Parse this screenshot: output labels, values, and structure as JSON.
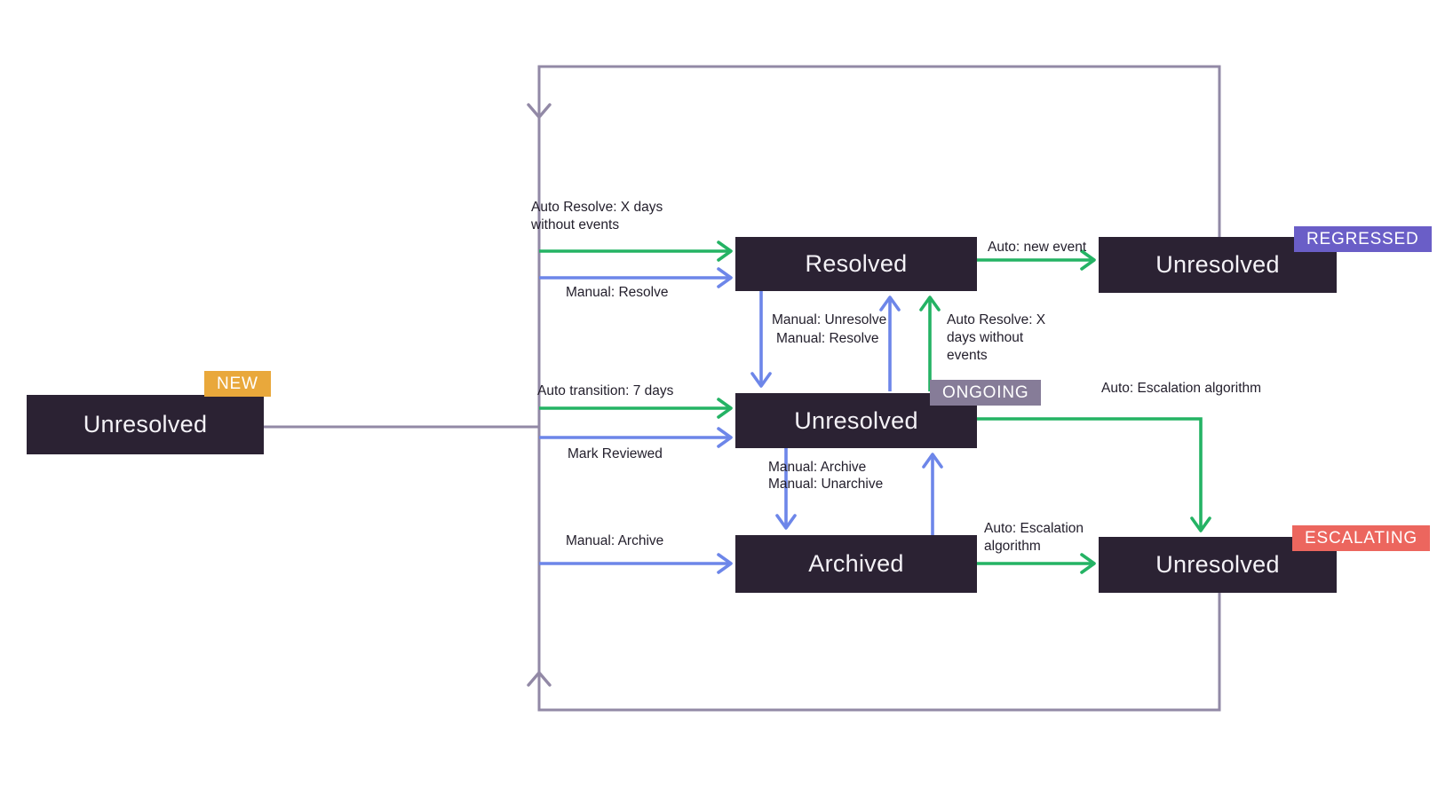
{
  "diagram_type": "issue-state-machine",
  "colors": {
    "background": "#ffffff",
    "state_box": "#2b2233",
    "state_text": "#f4f2f7",
    "auto_arrow_green": "#24b364",
    "manual_arrow_blue": "#6d86e9",
    "loop_line_gray": "#9289a6",
    "label_text": "#221e2b",
    "badge_new": "#e9a83b",
    "badge_regressed": "#6a5ec7",
    "badge_ongoing": "#867c98",
    "badge_escalating": "#ec665e"
  },
  "states": {
    "new": {
      "label": "Unresolved",
      "badge": "NEW"
    },
    "resolved": {
      "label": "Resolved"
    },
    "regressed": {
      "label": "Unresolved",
      "badge": "REGRESSED"
    },
    "ongoing": {
      "label": "Unresolved",
      "badge": "ONGOING"
    },
    "archived": {
      "label": "Archived"
    },
    "escalating": {
      "label": "Unresolved",
      "badge": "ESCALATING"
    }
  },
  "labels": {
    "auto_resolve_any": "Auto Resolve: X days without events",
    "manual_resolve_any": "Manual: Resolve",
    "auto_new_event": "Auto: new event",
    "manual_unresolve": "Manual: Unresolve",
    "manual_resolve_ongoing": "Manual: Resolve",
    "auto_resolve_ongoing": "Auto Resolve: X days without events",
    "auto_transition": "Auto transition: 7 days",
    "mark_reviewed": "Mark Reviewed",
    "auto_escalation_ongoing": "Auto: Escalation algorithm",
    "manual_archive_ongoing": "Manual: Archive",
    "manual_unarchive": "Manual: Unarchive",
    "manual_archive_any": "Manual: Archive",
    "auto_escalation_archived": "Auto: Escalation algorithm"
  },
  "transitions": [
    {
      "from": "any",
      "to": "resolved",
      "trigger": "Auto Resolve: X days without events",
      "kind": "auto"
    },
    {
      "from": "any",
      "to": "resolved",
      "trigger": "Manual: Resolve",
      "kind": "manual"
    },
    {
      "from": "resolved",
      "to": "regressed",
      "trigger": "Auto: new event",
      "kind": "auto"
    },
    {
      "from": "resolved",
      "to": "ongoing",
      "trigger": "Manual: Unresolve",
      "kind": "manual"
    },
    {
      "from": "ongoing",
      "to": "resolved",
      "trigger": "Manual: Resolve",
      "kind": "manual"
    },
    {
      "from": "ongoing",
      "to": "resolved",
      "trigger": "Auto Resolve: X days without events",
      "kind": "auto"
    },
    {
      "from": "any",
      "to": "ongoing",
      "trigger": "Auto transition: 7 days",
      "kind": "auto"
    },
    {
      "from": "any",
      "to": "ongoing",
      "trigger": "Mark Reviewed",
      "kind": "manual"
    },
    {
      "from": "ongoing",
      "to": "escalating",
      "trigger": "Auto: Escalation algorithm",
      "kind": "auto"
    },
    {
      "from": "ongoing",
      "to": "archived",
      "trigger": "Manual: Archive",
      "kind": "manual"
    },
    {
      "from": "archived",
      "to": "ongoing",
      "trigger": "Manual: Unarchive",
      "kind": "manual"
    },
    {
      "from": "any",
      "to": "archived",
      "trigger": "Manual: Archive",
      "kind": "manual"
    },
    {
      "from": "archived",
      "to": "escalating",
      "trigger": "Auto: Escalation algorithm",
      "kind": "auto"
    },
    {
      "from": "regressed",
      "to": "any",
      "trigger": "",
      "kind": "loop"
    },
    {
      "from": "escalating",
      "to": "any",
      "trigger": "",
      "kind": "loop"
    }
  ]
}
